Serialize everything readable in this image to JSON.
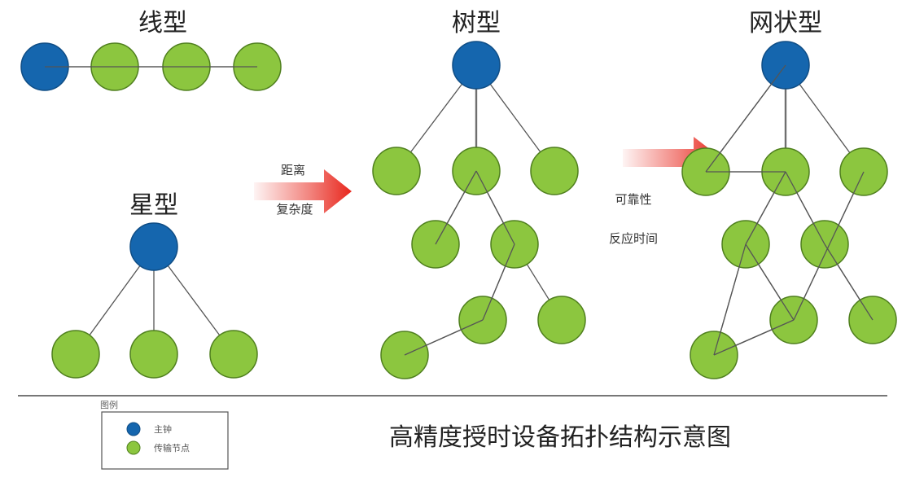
{
  "titles": {
    "line": "线型",
    "star": "星型",
    "tree": "树型",
    "mesh": "网状型"
  },
  "arrow1": {
    "label_top": "距离",
    "label_bottom": "复杂度"
  },
  "arrow2": {
    "label_top": "可靠性",
    "label_bottom": "反应时间"
  },
  "legend": {
    "title": "图例",
    "items": [
      {
        "label": "主钟",
        "color": "#1566ae"
      },
      {
        "label": "传输节点",
        "color": "#8cc63f"
      }
    ]
  },
  "caption": "高精度授时设备拓扑结构示意图",
  "colors": {
    "main_node": "#1566ae",
    "transfer_node": "#8cc63f",
    "arrow": "#e8271d"
  }
}
